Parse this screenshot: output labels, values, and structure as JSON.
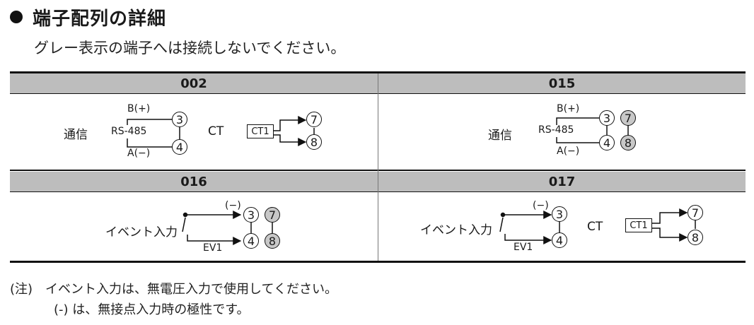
{
  "heading": "端子配列の詳細",
  "subtitle": "グレー表示の端子へは接続しないでください。",
  "columns": {
    "c002": "002",
    "c015": "015",
    "c016": "016",
    "c017": "017"
  },
  "labels": {
    "comm": "通信",
    "rs485": "RS-485",
    "bplus": "B(+)",
    "aminus": "A(−)",
    "ct": "CT",
    "ct1": "CT1",
    "event_input": "イベント入力",
    "minus": "(−)",
    "ev1": "EV1"
  },
  "pins": {
    "p3": "3",
    "p4": "4",
    "p7": "7",
    "p8": "8"
  },
  "notes": {
    "line1": "(注)　イベント入力は、無電圧入力で使用してください。",
    "line2": "(-) は、無接点入力時の極性です。"
  }
}
